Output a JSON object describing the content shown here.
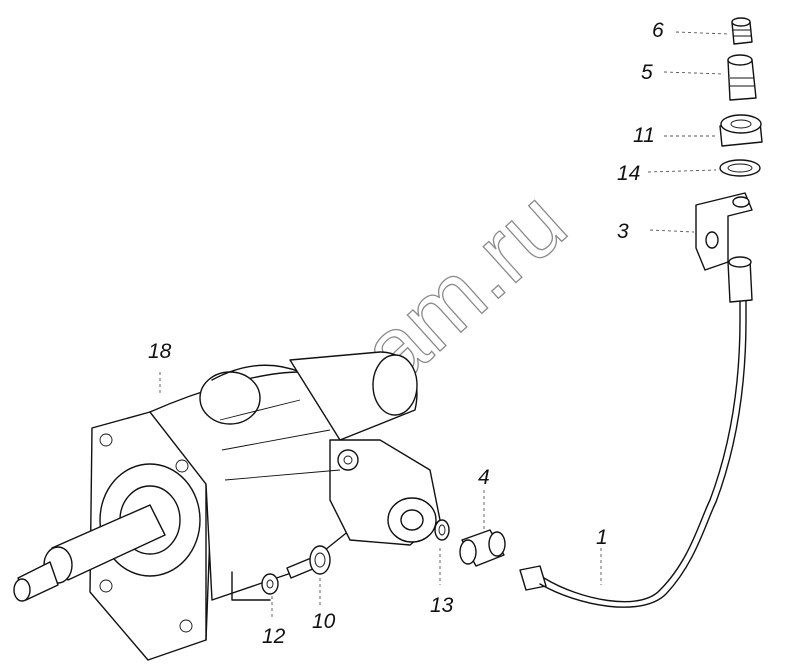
{
  "watermark": "zap-kam.ru",
  "callouts": {
    "c1": "1",
    "c3": "3",
    "c4": "4",
    "c5": "5",
    "c6": "6",
    "c10": "10",
    "c11": "11",
    "c12": "12",
    "c13": "13",
    "c14": "14",
    "c18": "18"
  }
}
